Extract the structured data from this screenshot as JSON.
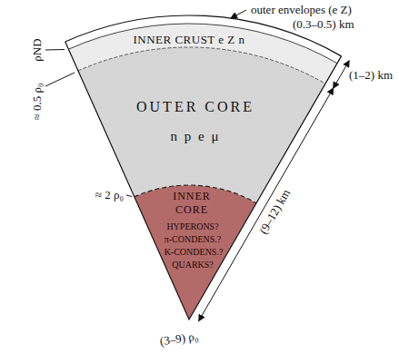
{
  "diagram": {
    "nodes": [
      {
        "text": [
          "INNER CRUST e Z n"
        ]
      },
      {
        "text": [
          "OUTER CORE",
          "n p e μ"
        ]
      },
      {
        "text": [
          "INNER CORE",
          "HYPERONS?",
          "π-CONDENS.?",
          "K-CONDENS.?",
          "QUARKS?"
        ]
      }
    ],
    "labels": [
      "outer envelopes (e Z)",
      "(0.3–0.5) km",
      "ρND",
      "≈ 0.5 ρ₀",
      "(1–2) km",
      "(9–12) km",
      "≈ 2 ρ₀",
      "(3–9) ρ₀"
    ]
  }
}
